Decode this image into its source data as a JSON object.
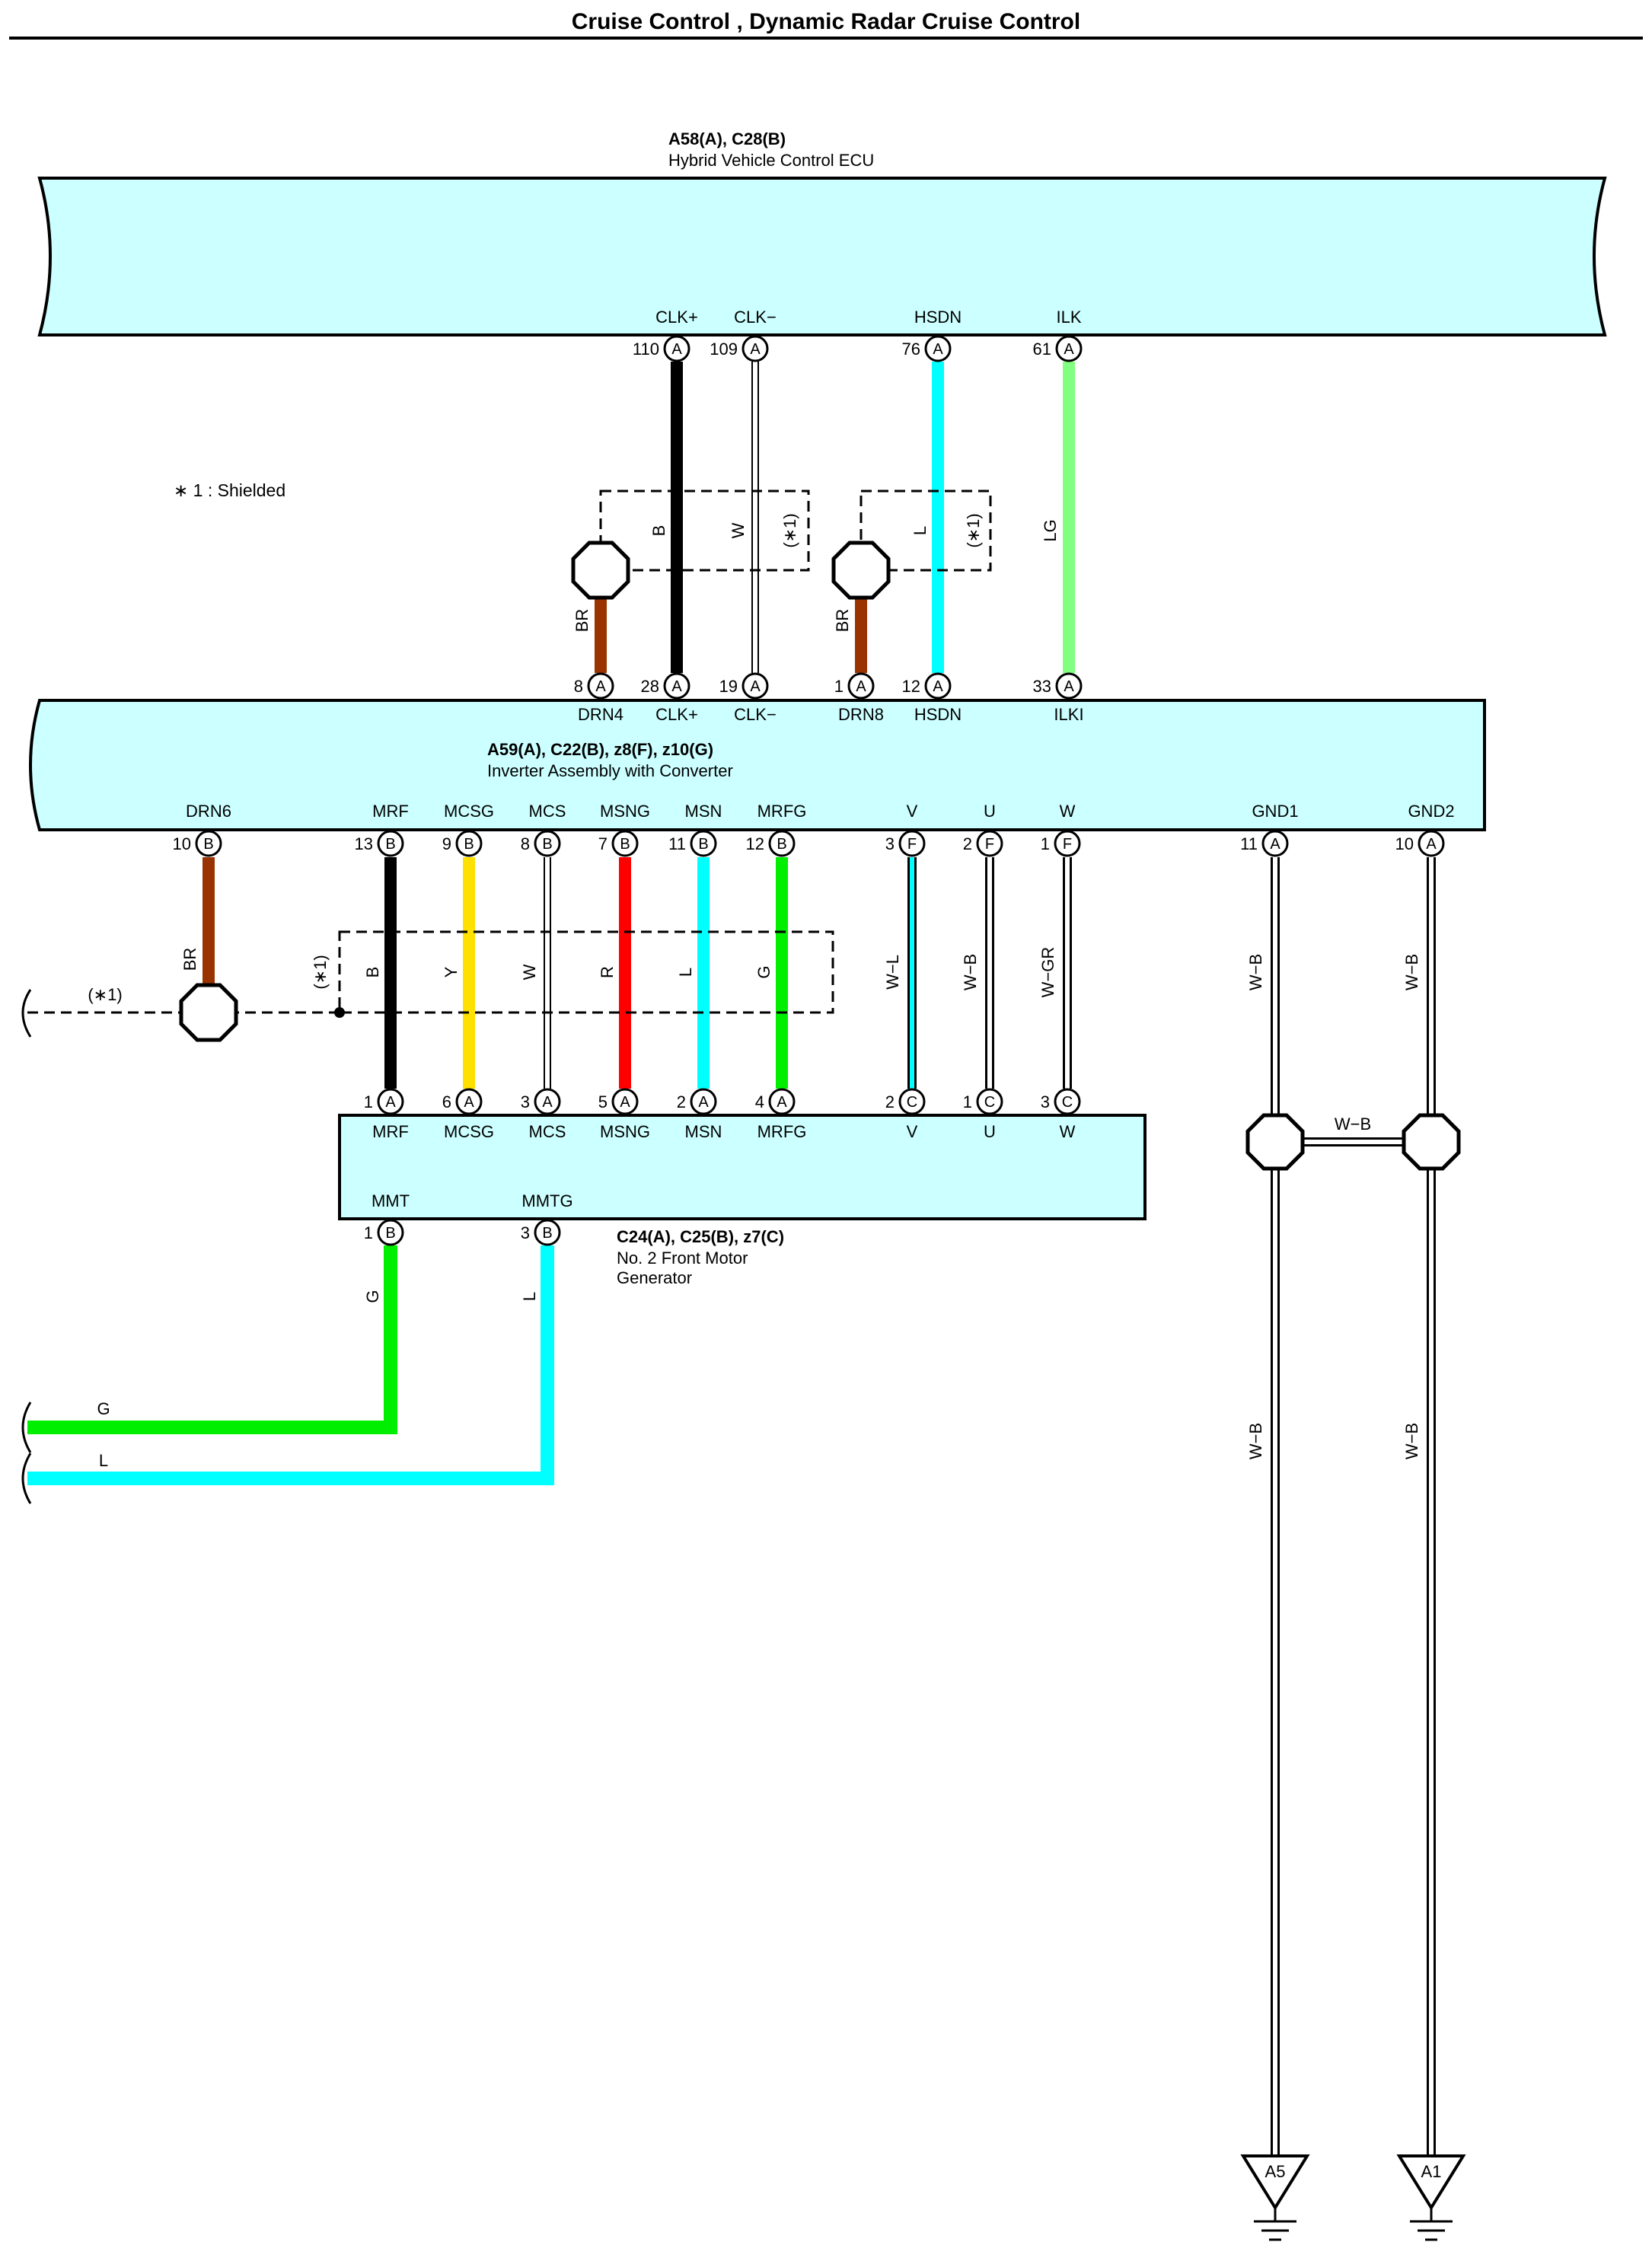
{
  "title": "Cruise Control , Dynamic Radar Cruise Control",
  "note": "∗ 1 : Shielded",
  "colors": {
    "component_fill": "#ccffff",
    "B": "#000000",
    "W": "#ffffff",
    "L": "#00ffff",
    "LG": "#80ff80",
    "BR": "#993300",
    "Y": "#ffe000",
    "R": "#ff0000",
    "G": "#00ee00"
  },
  "ecu": {
    "code": "A58(A), C28(B)",
    "name": "Hybrid Vehicle Control ECU",
    "pins": [
      {
        "label": "CLK+",
        "num": "110",
        "conn": "A"
      },
      {
        "label": "CLK−",
        "num": "109",
        "conn": "A"
      },
      {
        "label": "HSDN",
        "num": "76",
        "conn": "A"
      },
      {
        "label": "ILK",
        "num": "61",
        "conn": "A"
      }
    ]
  },
  "inverter": {
    "code": "A59(A), C22(B), z8(F), z10(G)",
    "name": "Inverter Assembly with Converter",
    "top_pins": [
      {
        "label": "DRN4",
        "num": "8",
        "conn": "A"
      },
      {
        "label": "CLK+",
        "num": "28",
        "conn": "A"
      },
      {
        "label": "CLK−",
        "num": "19",
        "conn": "A"
      },
      {
        "label": "DRN8",
        "num": "1",
        "conn": "A"
      },
      {
        "label": "HSDN",
        "num": "12",
        "conn": "A"
      },
      {
        "label": "ILKI",
        "num": "33",
        "conn": "A"
      }
    ],
    "bottom_pins": [
      {
        "label": "DRN6",
        "num": "10",
        "conn": "B"
      },
      {
        "label": "MRF",
        "num": "13",
        "conn": "B"
      },
      {
        "label": "MCSG",
        "num": "9",
        "conn": "B"
      },
      {
        "label": "MCS",
        "num": "8",
        "conn": "B"
      },
      {
        "label": "MSNG",
        "num": "7",
        "conn": "B"
      },
      {
        "label": "MSN",
        "num": "11",
        "conn": "B"
      },
      {
        "label": "MRFG",
        "num": "12",
        "conn": "B"
      },
      {
        "label": "V",
        "num": "3",
        "conn": "F"
      },
      {
        "label": "U",
        "num": "2",
        "conn": "F"
      },
      {
        "label": "W",
        "num": "1",
        "conn": "F"
      },
      {
        "label": "GND1",
        "num": "11",
        "conn": "A"
      },
      {
        "label": "GND2",
        "num": "10",
        "conn": "A"
      }
    ]
  },
  "motor": {
    "code": "C24(A), C25(B), z7(C)",
    "name_line1": "No.  2 Front Motor",
    "name_line2": "Generator",
    "top_pins": [
      {
        "label": "MRF",
        "num": "1",
        "conn": "A"
      },
      {
        "label": "MCSG",
        "num": "6",
        "conn": "A"
      },
      {
        "label": "MCS",
        "num": "3",
        "conn": "A"
      },
      {
        "label": "MSNG",
        "num": "5",
        "conn": "A"
      },
      {
        "label": "MSN",
        "num": "2",
        "conn": "A"
      },
      {
        "label": "MRFG",
        "num": "4",
        "conn": "A"
      },
      {
        "label": "V",
        "num": "2",
        "conn": "C"
      },
      {
        "label": "U",
        "num": "1",
        "conn": "C"
      },
      {
        "label": "W",
        "num": "3",
        "conn": "C"
      }
    ],
    "bottom_pins": [
      {
        "label": "MMT",
        "num": "1",
        "conn": "B"
      },
      {
        "label": "MMTG",
        "num": "3",
        "conn": "B"
      }
    ]
  },
  "wires": {
    "ecu_inv": [
      "B",
      "W",
      "L",
      "LG"
    ],
    "drains": [
      "BR",
      "BR",
      "BR"
    ],
    "shield": "(∗1)",
    "sensor": [
      "B",
      "Y",
      "W",
      "R",
      "L",
      "G"
    ],
    "phase": [
      "W−L",
      "W−B",
      "W−GR"
    ],
    "ground": [
      "W−B",
      "W−B",
      "W−B",
      "W−B",
      "W−B"
    ],
    "out": [
      "G",
      "L",
      "G",
      "L"
    ]
  },
  "grounds": [
    "A5",
    "A1"
  ]
}
